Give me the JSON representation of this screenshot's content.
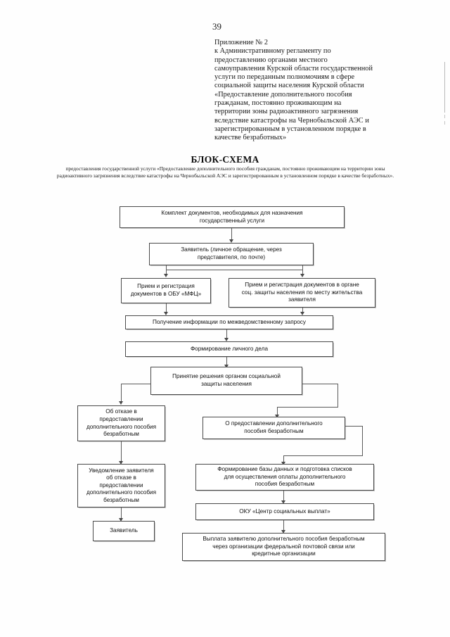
{
  "page": {
    "number": "39"
  },
  "header": {
    "lines": [
      "Приложение № 2",
      "к   Административному  регламенту по",
      "предоставлению органами местного",
      "самоуправления Курской области государственной",
      "услуги  по переданным полномочиям в сфере",
      "социальной защиты населения Курской области",
      "«Предоставление дополнительного пособия",
      "гражданам, постоянно проживающим на",
      "территории зоны радиоактивного загрязнения",
      "вследствие катастрофы на Чернобыльской АЭС и",
      "зарегистрированным в установленном порядке в",
      "качестве безработных»"
    ]
  },
  "title": {
    "main": "БЛОК-СХЕМА",
    "subtitle": "предоставления государственной услуги  «Предоставление дополнительного пособия гражданам, постоянно проживающим на территории зоны радиоактивного загрязнения вследствие катастрофы на Чернобыльской АЭС и зарегистрированным в установленном порядке в качестве безработных»."
  },
  "flowchart": {
    "nodes": {
      "documents_set": {
        "line1": "Комплект документов, необходимых для назначения",
        "line2": "государственный услуги"
      },
      "applicant_entry": {
        "line1": "Заявитель (личное обращение, через",
        "line2": "представителя, по почте)"
      },
      "reception_mfc": {
        "line1": "Прием и регистрация",
        "line2": "документов в ОБУ «МФЦ»"
      },
      "reception_social": {
        "line1": "Прием и регистрация документов в органе",
        "line2": "соц. защиты населения по месту жительства",
        "line3": "заявителя"
      },
      "interagency_request": {
        "line1": "Получение информации по межведомственному запросу"
      },
      "personal_file": {
        "line1": "Формирование личного дела"
      },
      "decision": {
        "line1": "Принятие решения органом социальной",
        "line2": "защиты населения"
      },
      "refusal": {
        "line1": "Об отказе в",
        "line2": "предоставлении",
        "line3": "дополнительного  пособия",
        "line4": "безработным"
      },
      "approval": {
        "line1": "О предоставлении дополнительного",
        "line2": "пособия безработным"
      },
      "refusal_notice": {
        "line1": "Уведомление заявителя",
        "line2": "об отказе в",
        "line3": "предоставлении",
        "line4": "дополнительного  пособия",
        "line5": "безработным"
      },
      "database_formation": {
        "line1": "Формирование базы данных и подготовка списков",
        "line2": "для осуществления оплаты дополнительного",
        "line3": "пособия безработным"
      },
      "applicant_end": {
        "line1": "Заявитель"
      },
      "payment_center": {
        "line1": "ОКУ «Центр социальных выплат»"
      },
      "payment": {
        "line1": "Выплата заявителю дополнительного  пособия безработным",
        "line2": "через организации федеральной почтовой связи или",
        "line3": "кредитные организации"
      }
    }
  }
}
